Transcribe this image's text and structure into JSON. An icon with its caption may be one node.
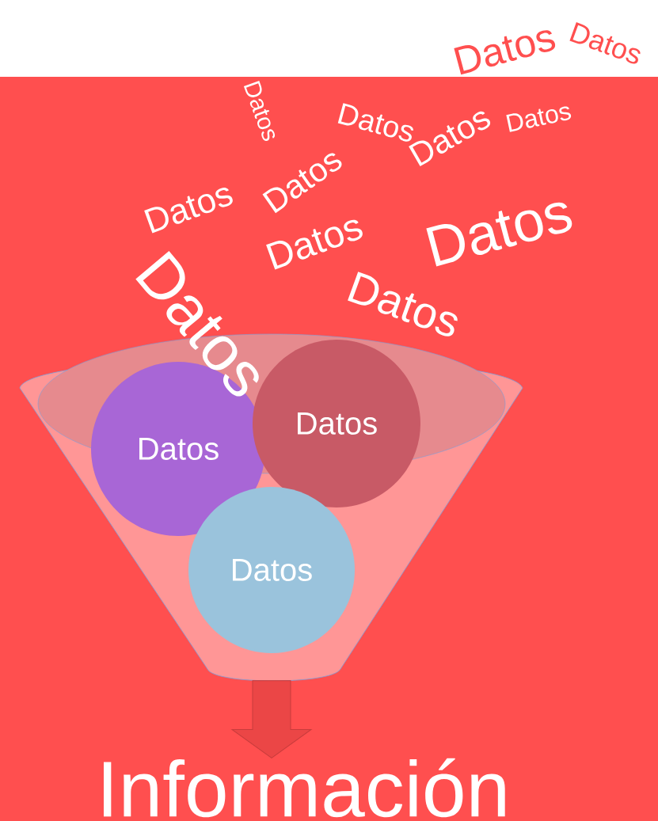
{
  "diagram": {
    "nodes": [
      {
        "text": [],
        "shape": "funnel"
      },
      {
        "text": [
          "Datos"
        ],
        "in": 0
      },
      {
        "text": [
          "Datos"
        ],
        "in": 0
      },
      {
        "text": [
          "Datos"
        ],
        "in": 0
      },
      {
        "text": [
          "Información"
        ]
      }
    ],
    "edges": [
      {
        "from": 0,
        "to": 4,
        "arrow": "to"
      }
    ],
    "labels": [
      "Datos",
      "Datos",
      "Datos",
      "Datos",
      "Datos",
      "Datos",
      "Datos",
      "Datos",
      "Datos",
      "Datos",
      "Datos",
      "Datos"
    ]
  }
}
